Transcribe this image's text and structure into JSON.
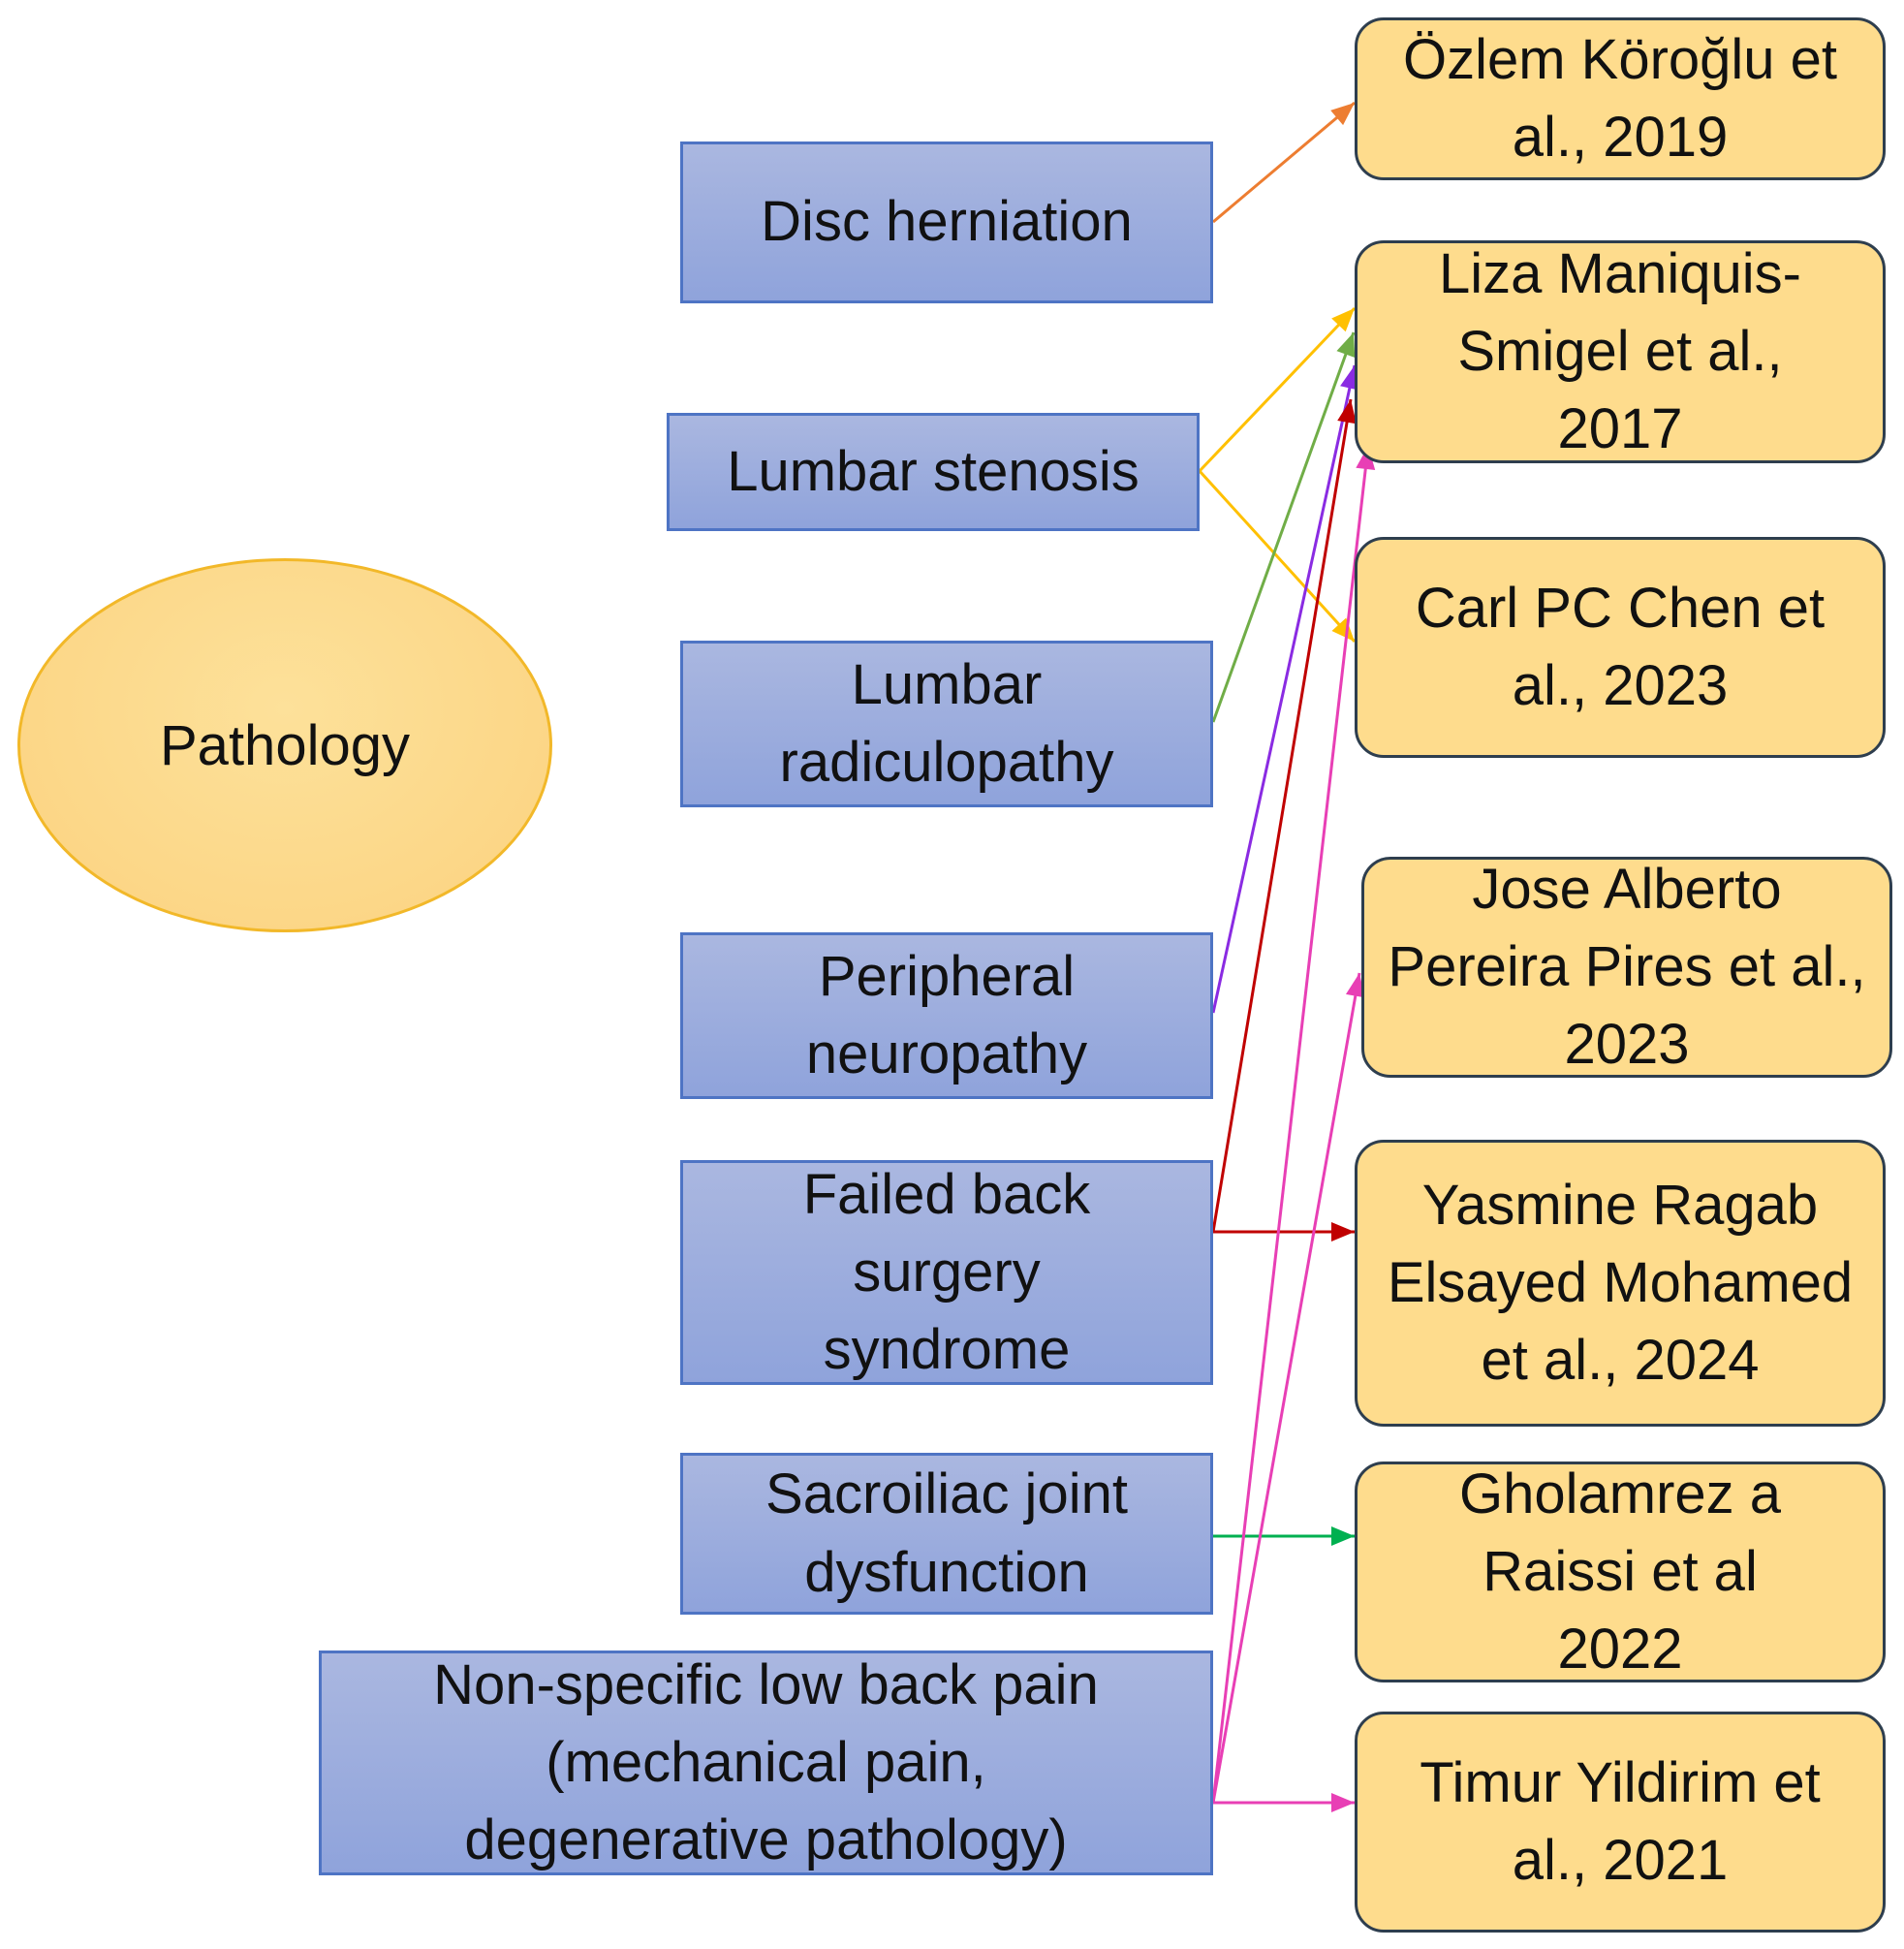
{
  "central": {
    "label": "Pathology"
  },
  "pathologies": [
    {
      "id": "disc",
      "label": "Disc herniation"
    },
    {
      "id": "stenosis",
      "label": "Lumbar stenosis"
    },
    {
      "id": "radic",
      "label": "Lumbar radiculopathy"
    },
    {
      "id": "neuro",
      "label": "Peripheral neuropathy"
    },
    {
      "id": "fbss",
      "label": "Failed back surgery syndrome"
    },
    {
      "id": "sij",
      "label": "Sacroiliac joint dysfunction"
    },
    {
      "id": "nslbp",
      "label": "Non-specific low back pain (mechanical pain, degenerative pathology)"
    }
  ],
  "studies": [
    {
      "id": "korolu",
      "label": "Özlem Köroğlu et al., 2019"
    },
    {
      "id": "liza",
      "label": "Liza Maniquis-Smigel et al., 2017"
    },
    {
      "id": "chen",
      "label": "Carl PC Chen et al., 2023"
    },
    {
      "id": "pires",
      "label": "Jose Alberto Pereira Pires et al., 2023"
    },
    {
      "id": "yasmine",
      "label": "Yasmine Ragab Elsayed Mohamed et al., 2024"
    },
    {
      "id": "raissi",
      "label": "Gholamrez a Raissi et al 2022"
    },
    {
      "id": "timur",
      "label": "Timur Yildirim et al., 2021"
    }
  ],
  "links": [
    {
      "from": "disc",
      "to": "korolu",
      "color": "#ed7d31"
    },
    {
      "from": "stenosis",
      "to": "liza",
      "color": "#ffc000"
    },
    {
      "from": "stenosis",
      "to": "chen",
      "color": "#ffc000"
    },
    {
      "from": "radic",
      "to": "liza",
      "color": "#70ad47"
    },
    {
      "from": "neuro",
      "to": "liza",
      "color": "#8a2be2"
    },
    {
      "from": "fbss",
      "to": "liza",
      "color": "#c00000"
    },
    {
      "from": "fbss",
      "to": "yasmine",
      "color": "#c00000"
    },
    {
      "from": "sij",
      "to": "raissi",
      "color": "#00b050"
    },
    {
      "from": "nslbp",
      "to": "liza",
      "color": "#e83fb5"
    },
    {
      "from": "nslbp",
      "to": "pires",
      "color": "#e83fb5"
    },
    {
      "from": "nslbp",
      "to": "timur",
      "color": "#e83fb5"
    }
  ]
}
